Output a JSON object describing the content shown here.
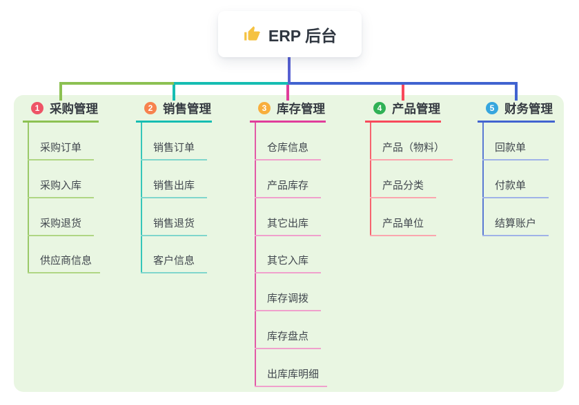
{
  "root": {
    "label": "ERP 后台",
    "icon": "thumbs-up-icon"
  },
  "branches": [
    {
      "number": "1",
      "label": "采购管理",
      "badge_color": "#EE5466",
      "line_color": "#8CC152",
      "child_line_color": "#AFD683",
      "children": [
        "采购订单",
        "采购入库",
        "采购退货",
        "供应商信息"
      ]
    },
    {
      "number": "2",
      "label": "销售管理",
      "badge_color": "#F7824E",
      "line_color": "#16BDB2",
      "child_line_color": "#7FD6CC",
      "children": [
        "销售订单",
        "销售出库",
        "销售退货",
        "客户信息"
      ]
    },
    {
      "number": "3",
      "label": "库存管理",
      "badge_color": "#F8AE3C",
      "line_color": "#E03D9B",
      "child_line_color": "#F0A0CC",
      "children": [
        "仓库信息",
        "产品库存",
        "其它出库",
        "其它入库",
        "库存调拨",
        "库存盘点",
        "出库库明细"
      ]
    },
    {
      "number": "4",
      "label": "产品管理",
      "badge_color": "#2FB155",
      "line_color": "#F8495B",
      "child_line_color": "#FBA5AE",
      "children": [
        "产品（物料）",
        "产品分类",
        "产品单位"
      ]
    },
    {
      "number": "5",
      "label": "财务管理",
      "badge_color": "#36A6DE",
      "line_color": "#4163D0",
      "child_line_color": "#9FB2E8",
      "children": [
        "回款单",
        "付款单",
        "结算账户"
      ]
    }
  ],
  "colors": {
    "panel_background": "#E9F6E2",
    "root_stem": "#5760D2",
    "title_text": "#363B42",
    "child_text": "#41474E"
  }
}
